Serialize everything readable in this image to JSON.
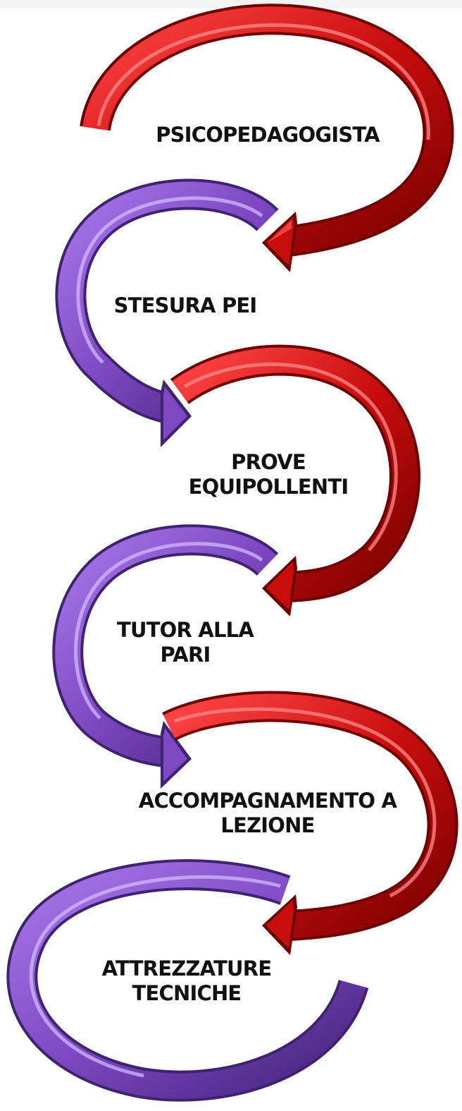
{
  "steps": [
    {
      "label": "PSICOPEDAGOGISTA",
      "arrow_color": "red"
    },
    {
      "label": "STESURA PEI",
      "arrow_color": "purple"
    },
    {
      "label": "PROVE\nEQUIPOLLENTI",
      "arrow_color": "red"
    },
    {
      "label": "TUTOR ALLA\nPARI",
      "arrow_color": "purple"
    },
    {
      "label": "ACCOMPAGNAMENTO A\nLEZIONE",
      "arrow_color": "red"
    },
    {
      "label": "ATTREZZATURE\nTECNICHE",
      "arrow_color": "purple"
    }
  ],
  "colors": {
    "red": "#c80d0d",
    "red_light": "#ff5a5a",
    "red_dark": "#6e0000",
    "purple": "#7d48c2",
    "purple_light": "#b48af0",
    "purple_dark": "#3f2270"
  }
}
